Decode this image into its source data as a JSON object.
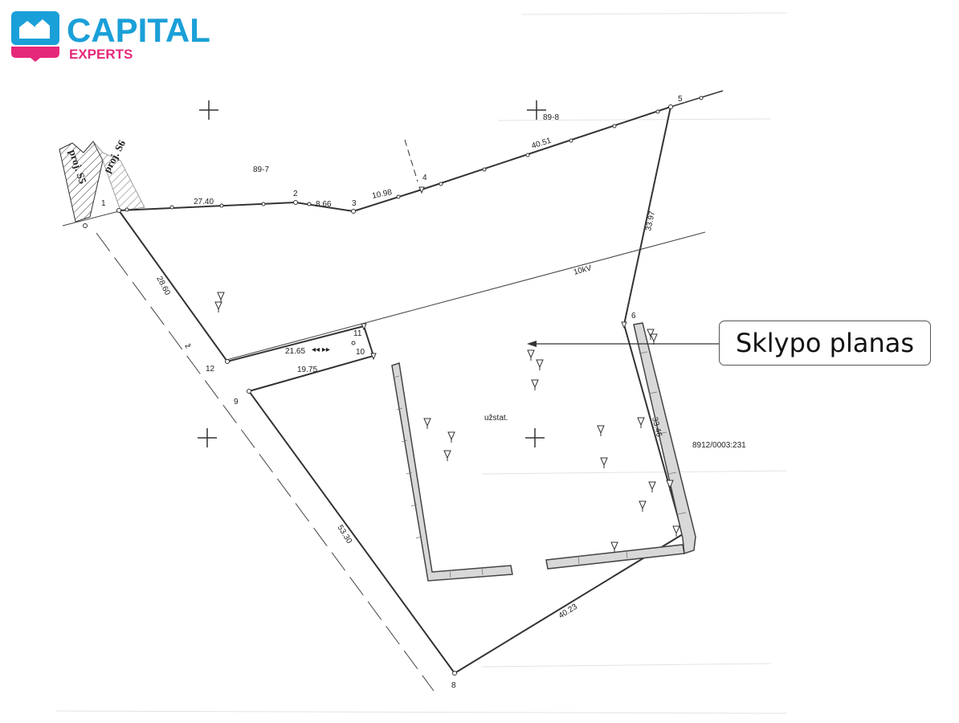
{
  "brand": {
    "name": "CAPITAL",
    "sub": "EXPERTS",
    "colors": {
      "primary": "#1aa0d8",
      "accent": "#e6287a"
    },
    "icon": "house-icon"
  },
  "callout": {
    "text": "Sklypo planas"
  },
  "plan": {
    "point_labels": [
      "1",
      "2",
      "3",
      "4",
      "5",
      "6",
      "8",
      "9",
      "10",
      "11",
      "12"
    ],
    "dimensions": [
      "27.40",
      "8.66",
      "10.98",
      "40.51",
      "33.97",
      "28.60",
      "21.65",
      "19.75",
      "33.46",
      "53.30",
      "40.23"
    ],
    "parcels": [
      "89-7",
      "89-8",
      "8912/0003:231"
    ],
    "annotations": {
      "power_line": "10kV",
      "proj_s5": "proj. S5",
      "proj_s6": "proj. S6",
      "zone": "užstat.",
      "axis_mark": "ž"
    }
  }
}
